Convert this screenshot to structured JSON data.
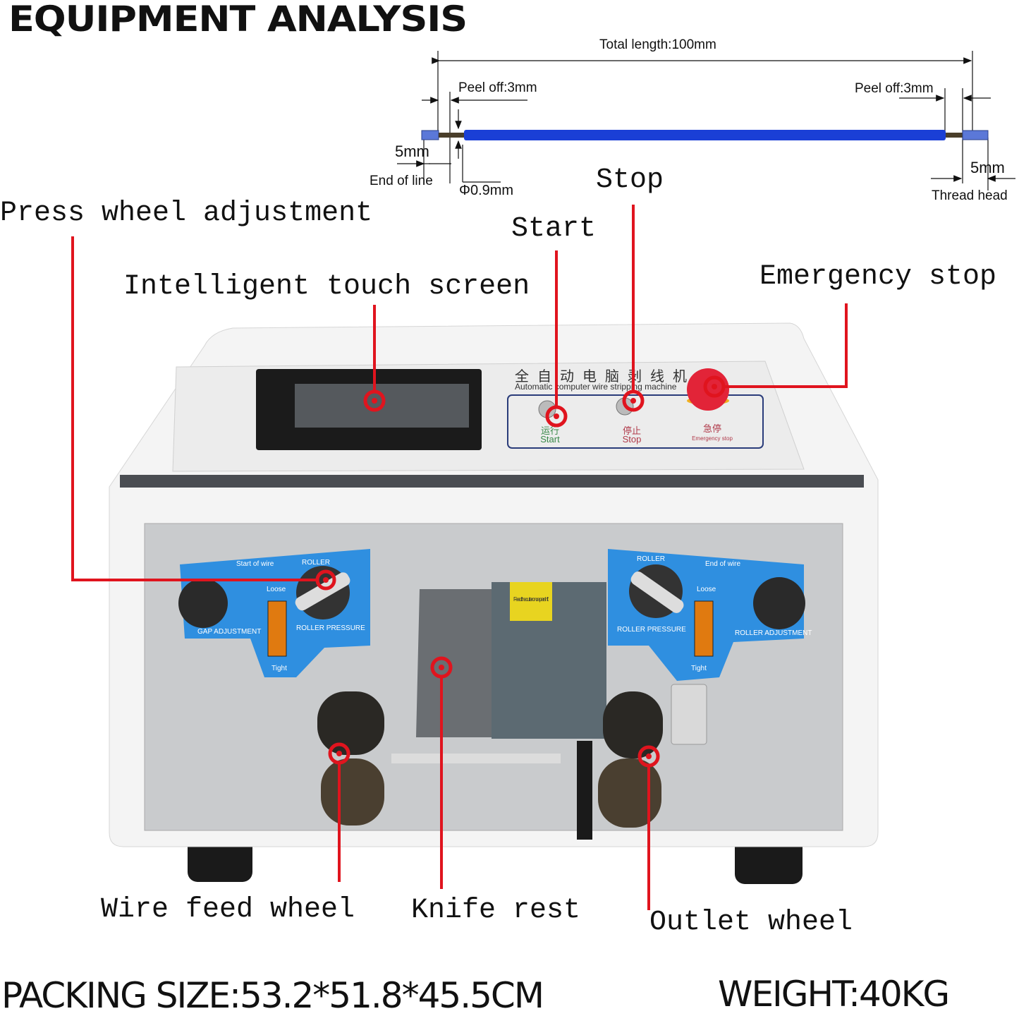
{
  "title": "EQUIPMENT ANALYSIS",
  "wire_diagram": {
    "total_length": "Total length:100mm",
    "peel_left": "Peel off:3mm",
    "peel_right": "Peel off:3mm",
    "end_len": "5mm",
    "head_len": "5mm",
    "end_of_line": "End of line",
    "diameter": "Φ0.9mm",
    "thread_head": "Thread head",
    "wire_color": "#1a3fd6"
  },
  "callouts": {
    "press_wheel": "Press wheel adjustment",
    "touch_screen": "Intelligent touch screen",
    "start": "Start",
    "stop": "Stop",
    "emergency_stop": "Emergency stop",
    "wire_feed": "Wire feed wheel",
    "knife_rest": "Knife rest",
    "outlet_wheel": "Outlet wheel",
    "leader_color": "#e0141e"
  },
  "machine_panel": {
    "name_cn": "全自动电脑剥线机",
    "name_en": "Automatic computer wire stripping machine",
    "start_cn": "运行",
    "start_en": "Start",
    "stop_cn": "停止",
    "stop_en": "Stop",
    "estop_cn": "急停",
    "estop_en": "Emergency stop",
    "left_plate": {
      "heading": "Start of wire",
      "roller": "ROLLER",
      "pressure": "ROLLER PRESSURE",
      "loose": "Loose",
      "tight": "Tight",
      "adjust": "GAP ADJUSTMENT"
    },
    "right_plate": {
      "heading": "End of wire",
      "roller": "ROLLER",
      "pressure": "ROLLER PRESSURE",
      "loose": "Loose",
      "tight": "Tight",
      "adjust": "ROLLER ADJUSTMENT"
    },
    "blade_label": "Feed the cutter once per shift",
    "plate_color": "#2f8fe0"
  },
  "footer": {
    "packing_size": "PACKING SIZE:53.2*51.8*45.5CM",
    "weight": "WEIGHT:40KG"
  }
}
